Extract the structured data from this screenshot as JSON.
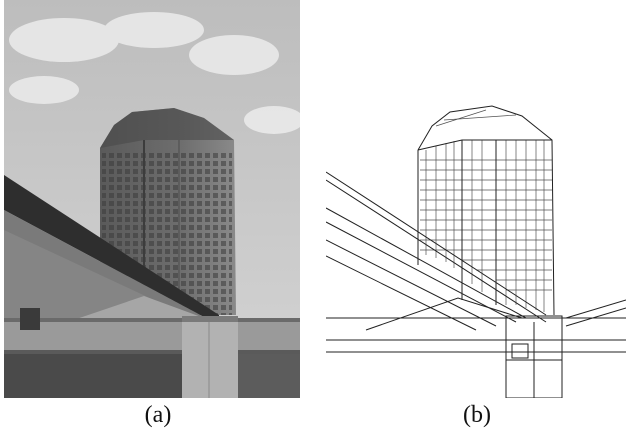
{
  "figure": {
    "panels": [
      {
        "id": "a",
        "caption": "(a)",
        "kind": "grayscale-photograph"
      },
      {
        "id": "b",
        "caption": "(b)",
        "kind": "edge-detection-output"
      }
    ]
  }
}
